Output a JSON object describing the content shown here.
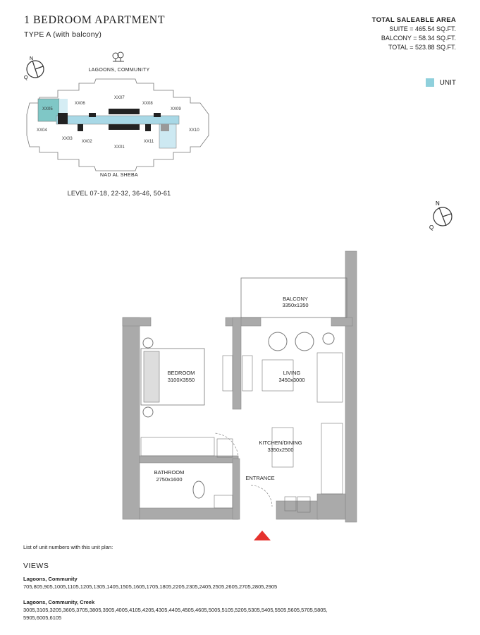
{
  "header": {
    "title": "1 BEDROOM APARTMENT",
    "subtitle": "TYPE A (with balcony)"
  },
  "area": {
    "heading": "TOTAL SALEABLE AREA",
    "suite": "SUITE = 465.54 SQ.FT.",
    "balcony": "BALCONY = 58.34 SQ.FT.",
    "total": "TOTAL = 523.88 SQ.FT."
  },
  "legend": {
    "label": "UNIT",
    "color": "#8fd0dc"
  },
  "key_plan": {
    "top_label": "LAGOONS, COMMUNITY",
    "bottom_label": "NAD AL SHEBA",
    "levels": "LEVEL 07-18, 22-32, 36-46, 50-61",
    "units": [
      "XX05",
      "XX06",
      "XX07",
      "XX08",
      "XX09",
      "XX04",
      "XX03",
      "XX02",
      "XX01",
      "XX11",
      "XX10"
    ]
  },
  "compass": {
    "north": "N",
    "q": "Q"
  },
  "floor_plan": {
    "balcony": {
      "name": "BALCONY",
      "size": "3350x1350"
    },
    "bedroom": {
      "name": "BEDROOM",
      "size": "3100X3550"
    },
    "living": {
      "name": "LIVING",
      "size": "3450x3000"
    },
    "kitchen": {
      "name": "KITCHEN/DINING",
      "size": "3350x2500"
    },
    "bathroom": {
      "name": "BATHROOM",
      "size": "2750x1600"
    },
    "entrance": "ENTRANCE"
  },
  "unit_list_caption": "List of unit numbers with this unit plan:",
  "views": {
    "heading": "VIEWS",
    "groups": [
      {
        "name": "Lagoons, Community",
        "units": [
          "705,805,905,1005,1105,1205,1305,1405,1505,1605,1705,1805,2205,2305,2405,2505,2605,2705,2805,2905"
        ]
      },
      {
        "name": "Lagoons, Community, Creek",
        "units": [
          "3005,3105,3205,3605,3705,3805,3905,4005,4105,4205,4305,4405,4505,4605,5005,5105,5205,5305,5405,5505,5605,5705,5805,",
          "5905,6005,6105"
        ]
      }
    ]
  }
}
